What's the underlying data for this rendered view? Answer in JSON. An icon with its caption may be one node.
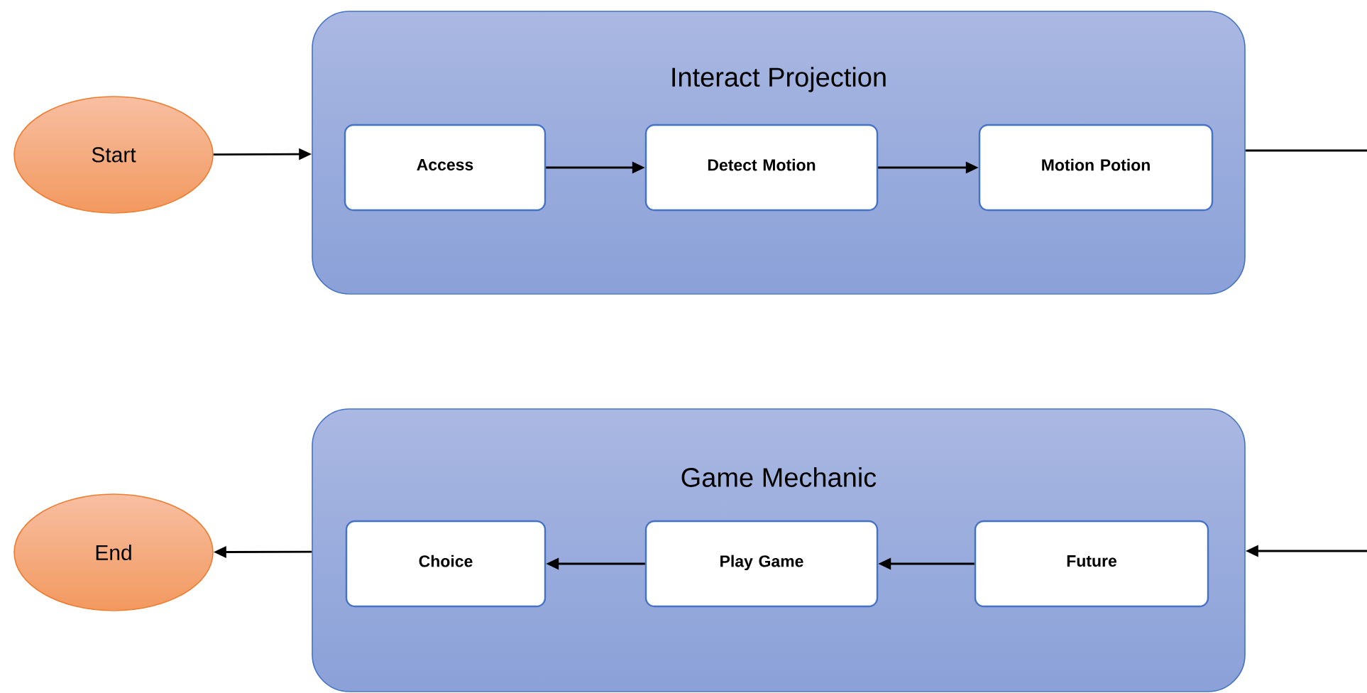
{
  "diagram": {
    "nodes": [
      {
        "text": [
          "Start"
        ]
      },
      {
        "text": [
          "Interact Projection"
        ]
      },
      {
        "text": [
          "Access"
        ],
        "in": 1
      },
      {
        "text": [
          "Detect Motion"
        ],
        "in": 1
      },
      {
        "text": [
          "Motion Potion"
        ],
        "in": 1
      },
      {
        "text": [
          "End"
        ]
      },
      {
        "text": [
          "Game Mechanic"
        ]
      },
      {
        "text": [
          "Choice"
        ],
        "in": 6
      },
      {
        "text": [
          "Play Game"
        ],
        "in": 6
      },
      {
        "text": [
          "Future"
        ],
        "in": 6
      }
    ],
    "edges": [
      {
        "from": 0,
        "to": 1,
        "arrow": "to"
      },
      {
        "from": 2,
        "to": 3,
        "arrow": "to"
      },
      {
        "from": 3,
        "to": 4,
        "arrow": "to"
      },
      {
        "from": 1,
        "to": null,
        "arrow": "none"
      },
      {
        "from": null,
        "to": 6,
        "arrow": "to"
      },
      {
        "from": 9,
        "to": 8,
        "arrow": "to"
      },
      {
        "from": 8,
        "to": 7,
        "arrow": "to"
      },
      {
        "from": 6,
        "to": 5,
        "arrow": "to"
      }
    ]
  }
}
